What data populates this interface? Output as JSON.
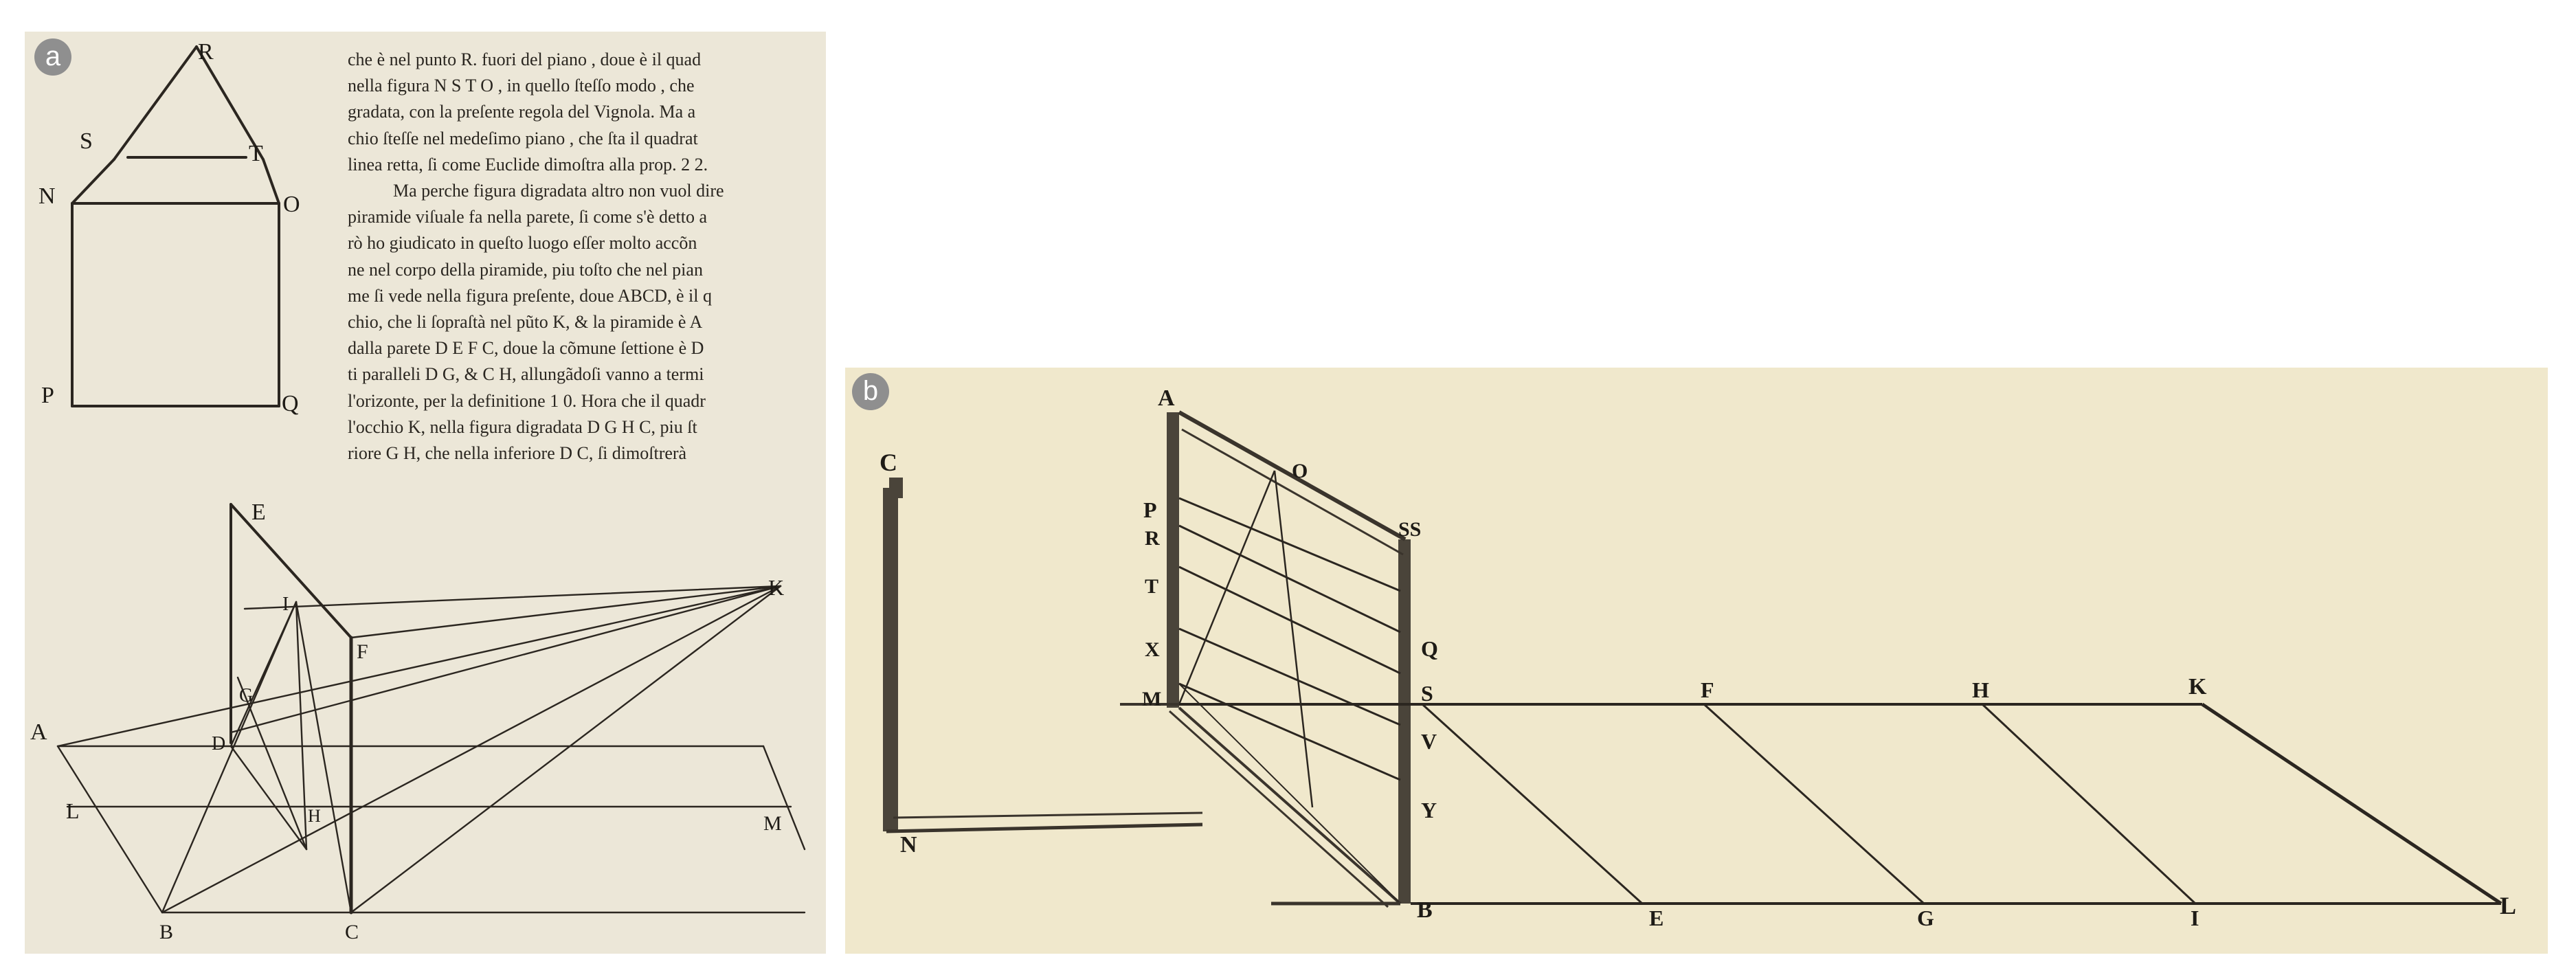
{
  "panel_a": {
    "badge": "a",
    "text_lines": [
      "che è nel  punto R. fuori del piano , doue è il quad",
      "nella figura N S T O , in quello ſteſſo modo ,  che",
      "gradata, con la preſente regola del Vignola.   Ma a",
      "chio ſteſſe nel medeſimo piano , che ſta il quadrat",
      "linea retta, ſi come Euclide dimoſtra alla prop. 2 2.",
      "Ma perche figura digradata altro non vuol dire",
      "piramide viſuale fa nella parete, ſi come  s'è detto a",
      "rò ho giudicato in queſto luogo eſſer molto accõn",
      "ne nel corpo della piramide, piu toſto che nel pian",
      "me ſi vede nella figura preſente, doue ABCD, è il q",
      "chio, che li ſopraſtà nel pũto  K, & la piramide è A",
      "dalla parete D E F C, doue la cõmune ſettione è D",
      "ti paralleli D G, & C H, allungãdoſi vanno a termi",
      "l'orizonte, per la definitione  1 0. Hora che il quadr",
      "l'occhio K, nella figura digradata D G H C, piu ſt",
      "riore G H, che nella inferiore D C,  ſi dimoſtrerà"
    ],
    "top_figure_labels": {
      "r": "R",
      "s": "S",
      "t": "T",
      "n": "N",
      "o": "O",
      "p": "P",
      "q": "Q"
    },
    "bottom_figure_labels": {
      "e": "E",
      "k": "K",
      "i": "I",
      "f": "F",
      "g": "G",
      "a": "A",
      "d": "D",
      "l": "L",
      "h": "H",
      "m": "M",
      "b": "B",
      "c": "C"
    }
  },
  "panel_b": {
    "badge": "b",
    "labels": {
      "c": "C",
      "a": "A",
      "o": "O",
      "ss": "SS",
      "p": "P",
      "r": "R",
      "t": "T",
      "x": "X",
      "m": "M",
      "q": "Q",
      "s": "S",
      "v": "V",
      "y": "Y",
      "n": "N",
      "b": "B",
      "f": "F",
      "h": "H",
      "k": "K",
      "e": "E",
      "g": "G",
      "i": "I",
      "l": "L"
    }
  }
}
